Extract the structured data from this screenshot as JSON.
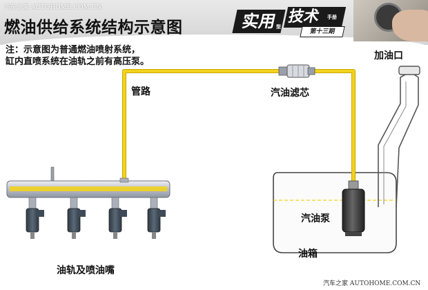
{
  "header": {
    "watermark_top": "汽车之家 AUTOHOME.COM.CN",
    "title": "燃油供给系统结构示意图",
    "logo": {
      "part1": "实用",
      "part_small": "型",
      "part2": "技术",
      "manual": "手册",
      "issue": "第十三期"
    }
  },
  "note": {
    "line1": "注：示意图为普通燃油喷射系统，",
    "line2": "缸内直喷系统在油轨之前有高压泵。"
  },
  "labels": {
    "pipe": "管路",
    "filter": "汽油滤芯",
    "inlet": "加油口",
    "pump": "汽油泵",
    "tank": "油箱",
    "rail": "油轨及喷油嘴"
  },
  "colors": {
    "fuel_line": "#f2d21e",
    "fuel_line_edge": "#c9a800",
    "rail_metal": "#c8ccd4",
    "injector": "#3e4a57",
    "tank_outline": "#444444"
  },
  "footer": {
    "watermark_bottom": "汽车之家 AUTOHOME.COM.CN"
  }
}
